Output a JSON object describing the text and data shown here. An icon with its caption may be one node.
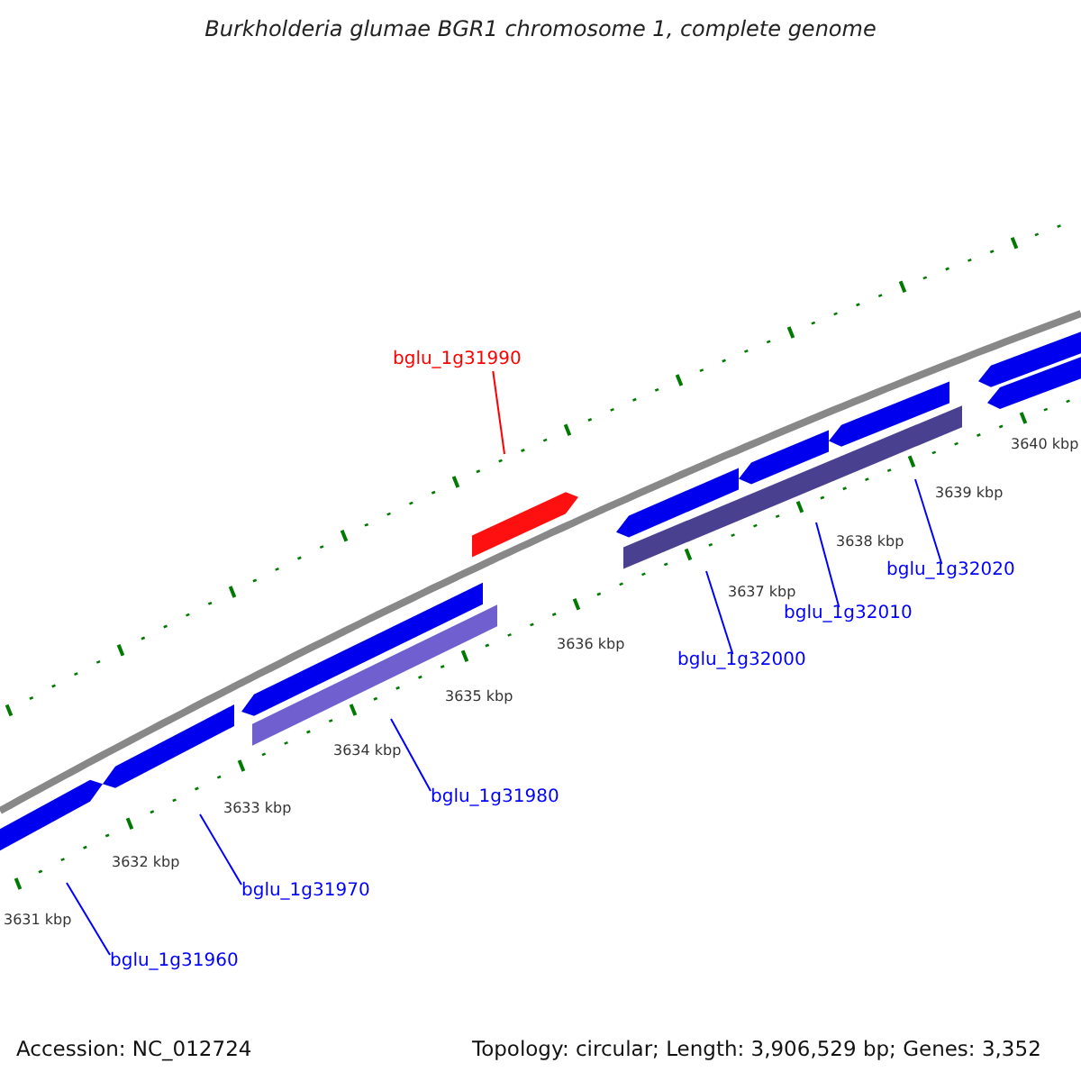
{
  "diagram": {
    "title": "Burkholderia glumae BGR1 chromosome 1, complete genome",
    "nodes": [
      {
        "text": [
          "bglu_1g31990"
        ]
      },
      {
        "text": [
          "bglu_1g32020"
        ]
      },
      {
        "text": [
          "bglu_1g32010"
        ]
      },
      {
        "text": [
          "bglu_1g32000"
        ]
      },
      {
        "text": [
          "bglu_1g31980"
        ]
      },
      {
        "text": [
          "bglu_1g31970"
        ]
      },
      {
        "text": [
          "bglu_1g31960"
        ]
      }
    ],
    "edges": [
      {
        "from": 0,
        "to": null,
        "arrow": "none",
        "color": "#ff0000"
      },
      {
        "from": 1,
        "to": null,
        "arrow": "none"
      },
      {
        "from": 2,
        "to": null,
        "arrow": "none"
      },
      {
        "from": 3,
        "to": null,
        "arrow": "none"
      },
      {
        "from": 4,
        "to": null,
        "arrow": "none"
      },
      {
        "from": 5,
        "to": null,
        "arrow": "none"
      },
      {
        "from": 6,
        "to": null,
        "arrow": "none"
      }
    ],
    "labels": [
      "3640 kbp",
      "3639 kbp",
      "3638 kbp",
      "3637 kbp",
      "3636 kbp",
      "3635 kbp",
      "3634 kbp",
      "3633 kbp",
      "3632 kbp",
      "3631 kbp",
      "Accession: NC_012724",
      "Topology: circular; Length: 3,906,529 bp; Genes: 3,352"
    ]
  }
}
